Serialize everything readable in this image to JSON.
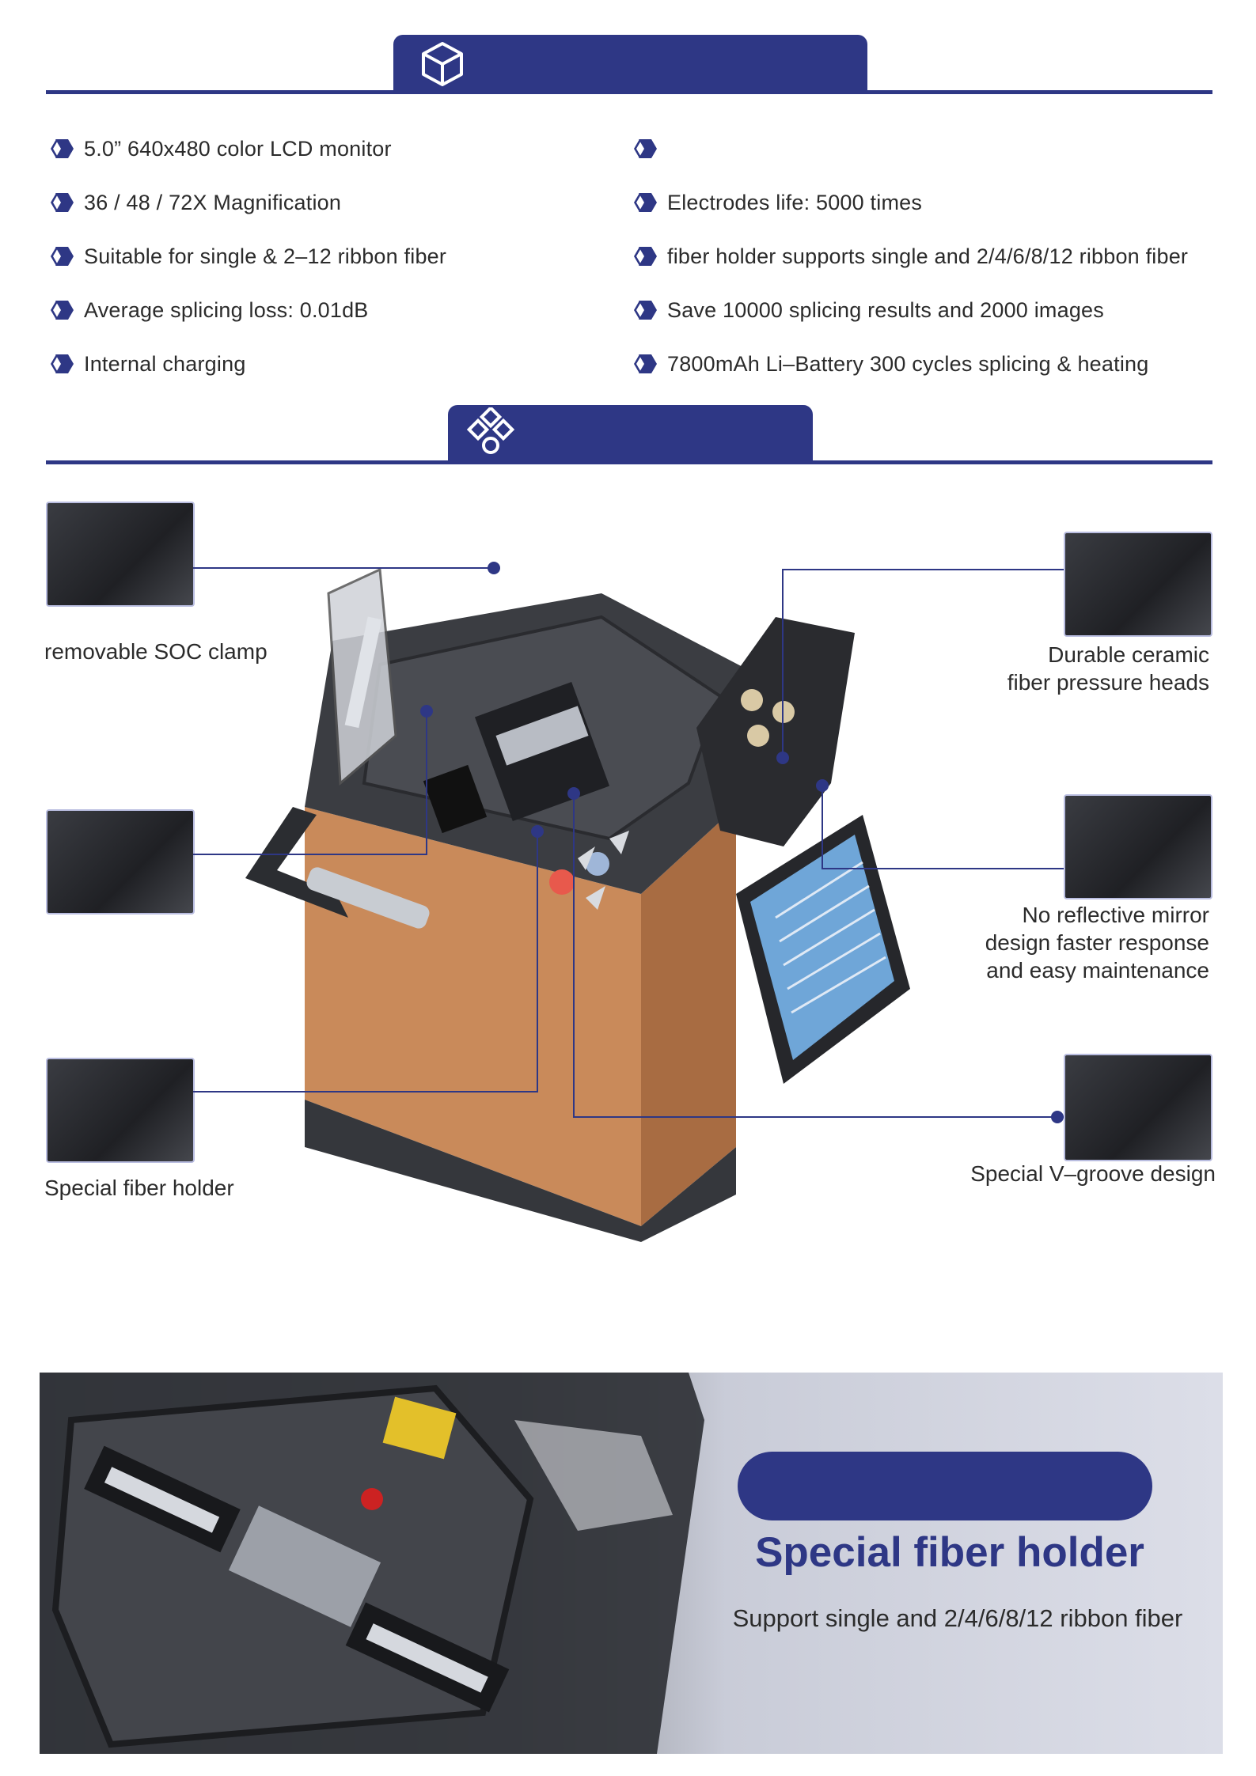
{
  "features": {
    "left": [
      "5.0” 640x480 color LCD monitor",
      "36 / 48 / 72X Magnification",
      "Suitable for single & 2–12 ribbon fiber",
      "Average splicing loss: 0.01dB",
      "Internal charging"
    ],
    "right": [
      "",
      "Electrodes life: 5000 times",
      "fiber holder supports single and 2/4/6/8/12 ribbon fiber",
      "Save 10000 splicing results and 2000 images",
      "7800mAh Li–Battery  300 cycles splicing & heating"
    ]
  },
  "callouts": {
    "soc_clamp": "removable SOC clamp",
    "fiber_holder": "Special fiber holder",
    "ceramic_heads": "Durable ceramic\nfiber pressure heads",
    "mirror": "No reflective mirror\ndesign  faster response\nand easy maintenance",
    "vgroove": "Special V–groove design"
  },
  "banner": {
    "title": "Special fiber holder",
    "subtitle": "Support single and 2/4/6/8/12 ribbon fiber"
  },
  "icons": {
    "section1": "cube-icon",
    "section2": "components-icon",
    "bullet": "hexagon-bullet-icon"
  },
  "colors": {
    "brand_navy": "#2e3785",
    "device_orange": "#c98a5a",
    "device_dark": "#3b3d42"
  }
}
